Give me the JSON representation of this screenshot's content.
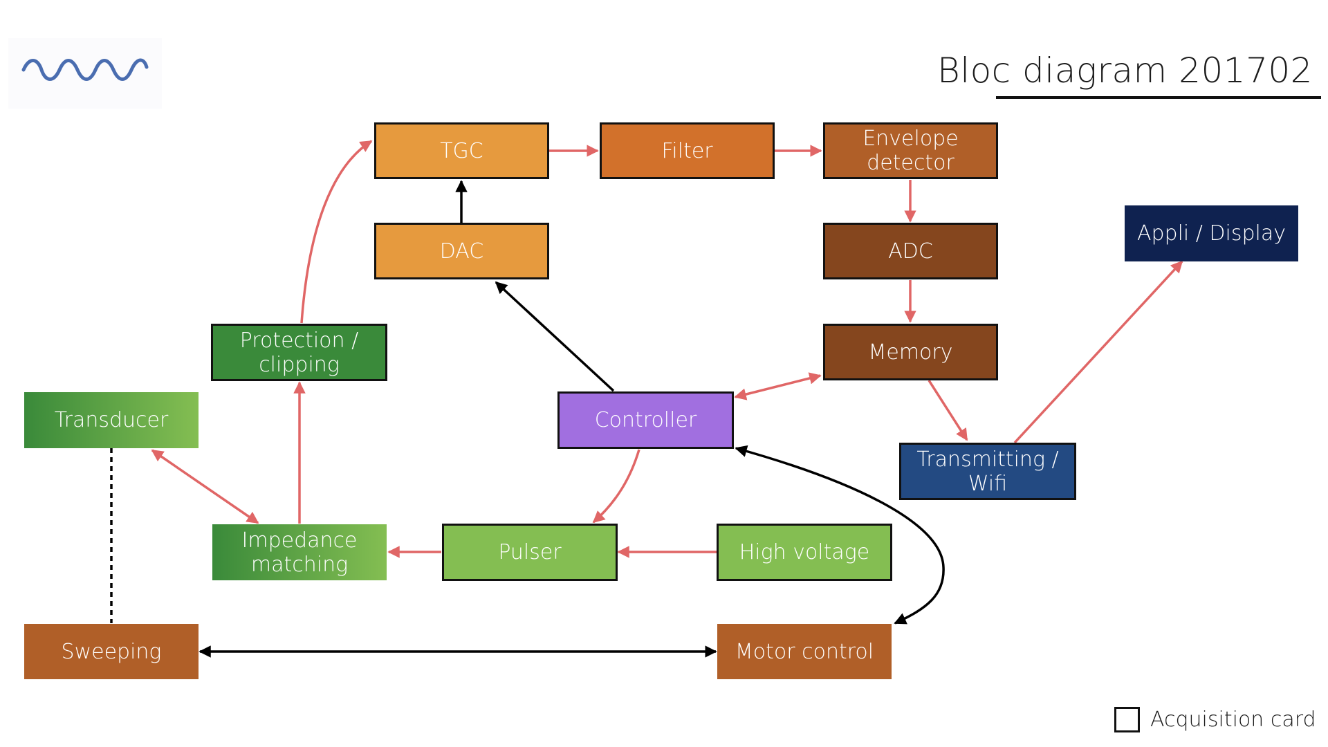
{
  "title": "Bloc diagram 201702",
  "colors": {
    "arrow_red": "#e06666",
    "arrow_black": "#000000",
    "orange_light": "#e69a3e",
    "orange_mid": "#d2712b",
    "orange_dark": "#b05f28",
    "brown": "#85461e",
    "green_dark": "#3a8a3a",
    "green_light": "#84be52",
    "purple": "#a16fe0",
    "navy": "#0f2250",
    "blue": "#234a82",
    "logo_blue": "#4a6db0"
  },
  "logo": {
    "icon": "wave-logo-icon"
  },
  "blocks": {
    "tgc": "TGC",
    "filter": "Filter",
    "envelope": "Envelope\ndetector",
    "dac": "DAC",
    "adc": "ADC",
    "memory": "Memory",
    "protection": "Protection /\nclipping",
    "transducer": "Transducer",
    "controller": "Controller",
    "transmitting": "Transmitting /\nWifi",
    "appli": "Appli / Display",
    "impedance": "Impedance\nmatching",
    "pulser": "Pulser",
    "high_voltage": "High voltage",
    "sweeping": "Sweeping",
    "motor_control": "Motor control"
  },
  "legend": {
    "label": "Acquisition card"
  }
}
